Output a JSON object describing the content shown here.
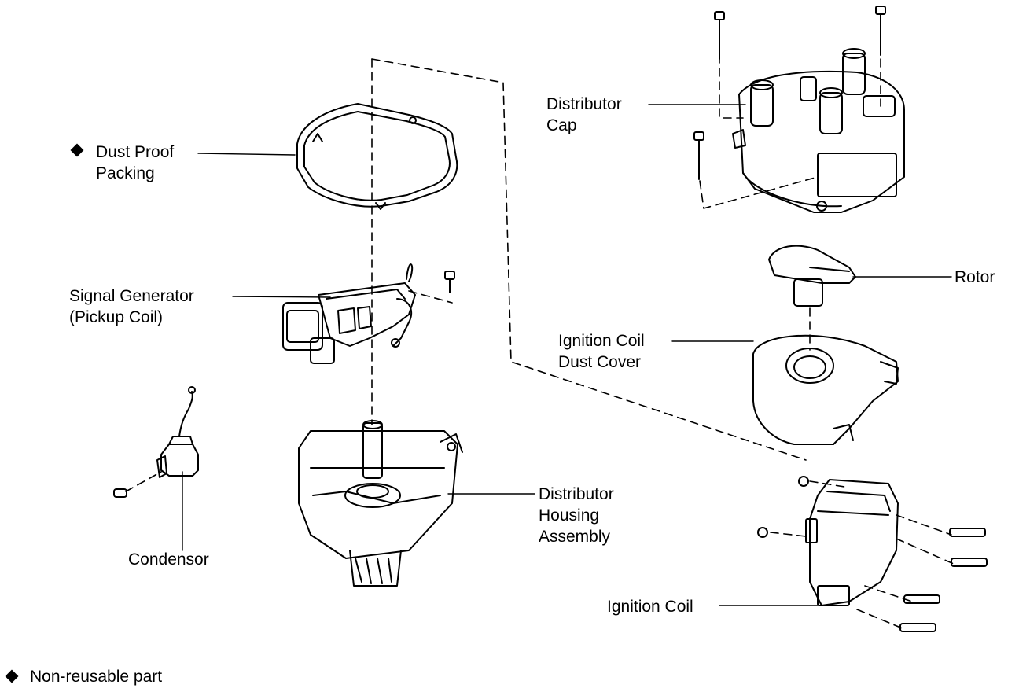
{
  "labels": {
    "dust_proof_packing": [
      "Dust Proof",
      "Packing"
    ],
    "signal_generator": [
      "Signal Generator",
      "(Pickup Coil)"
    ],
    "condensor": [
      "Condensor"
    ],
    "distributor_housing": [
      "Distributor",
      "Housing",
      "Assembly"
    ],
    "distributor_cap": [
      "Distributor",
      "Cap"
    ],
    "rotor": [
      "Rotor"
    ],
    "ignition_coil_dust_cover": [
      "Ignition Coil",
      "Dust Cover"
    ],
    "ignition_coil": [
      "Ignition Coil"
    ]
  },
  "legend": {
    "symbol": "diamond-icon",
    "text": "Non-reusable part"
  },
  "colors": {
    "ink": "#000000",
    "paper": "#ffffff"
  }
}
